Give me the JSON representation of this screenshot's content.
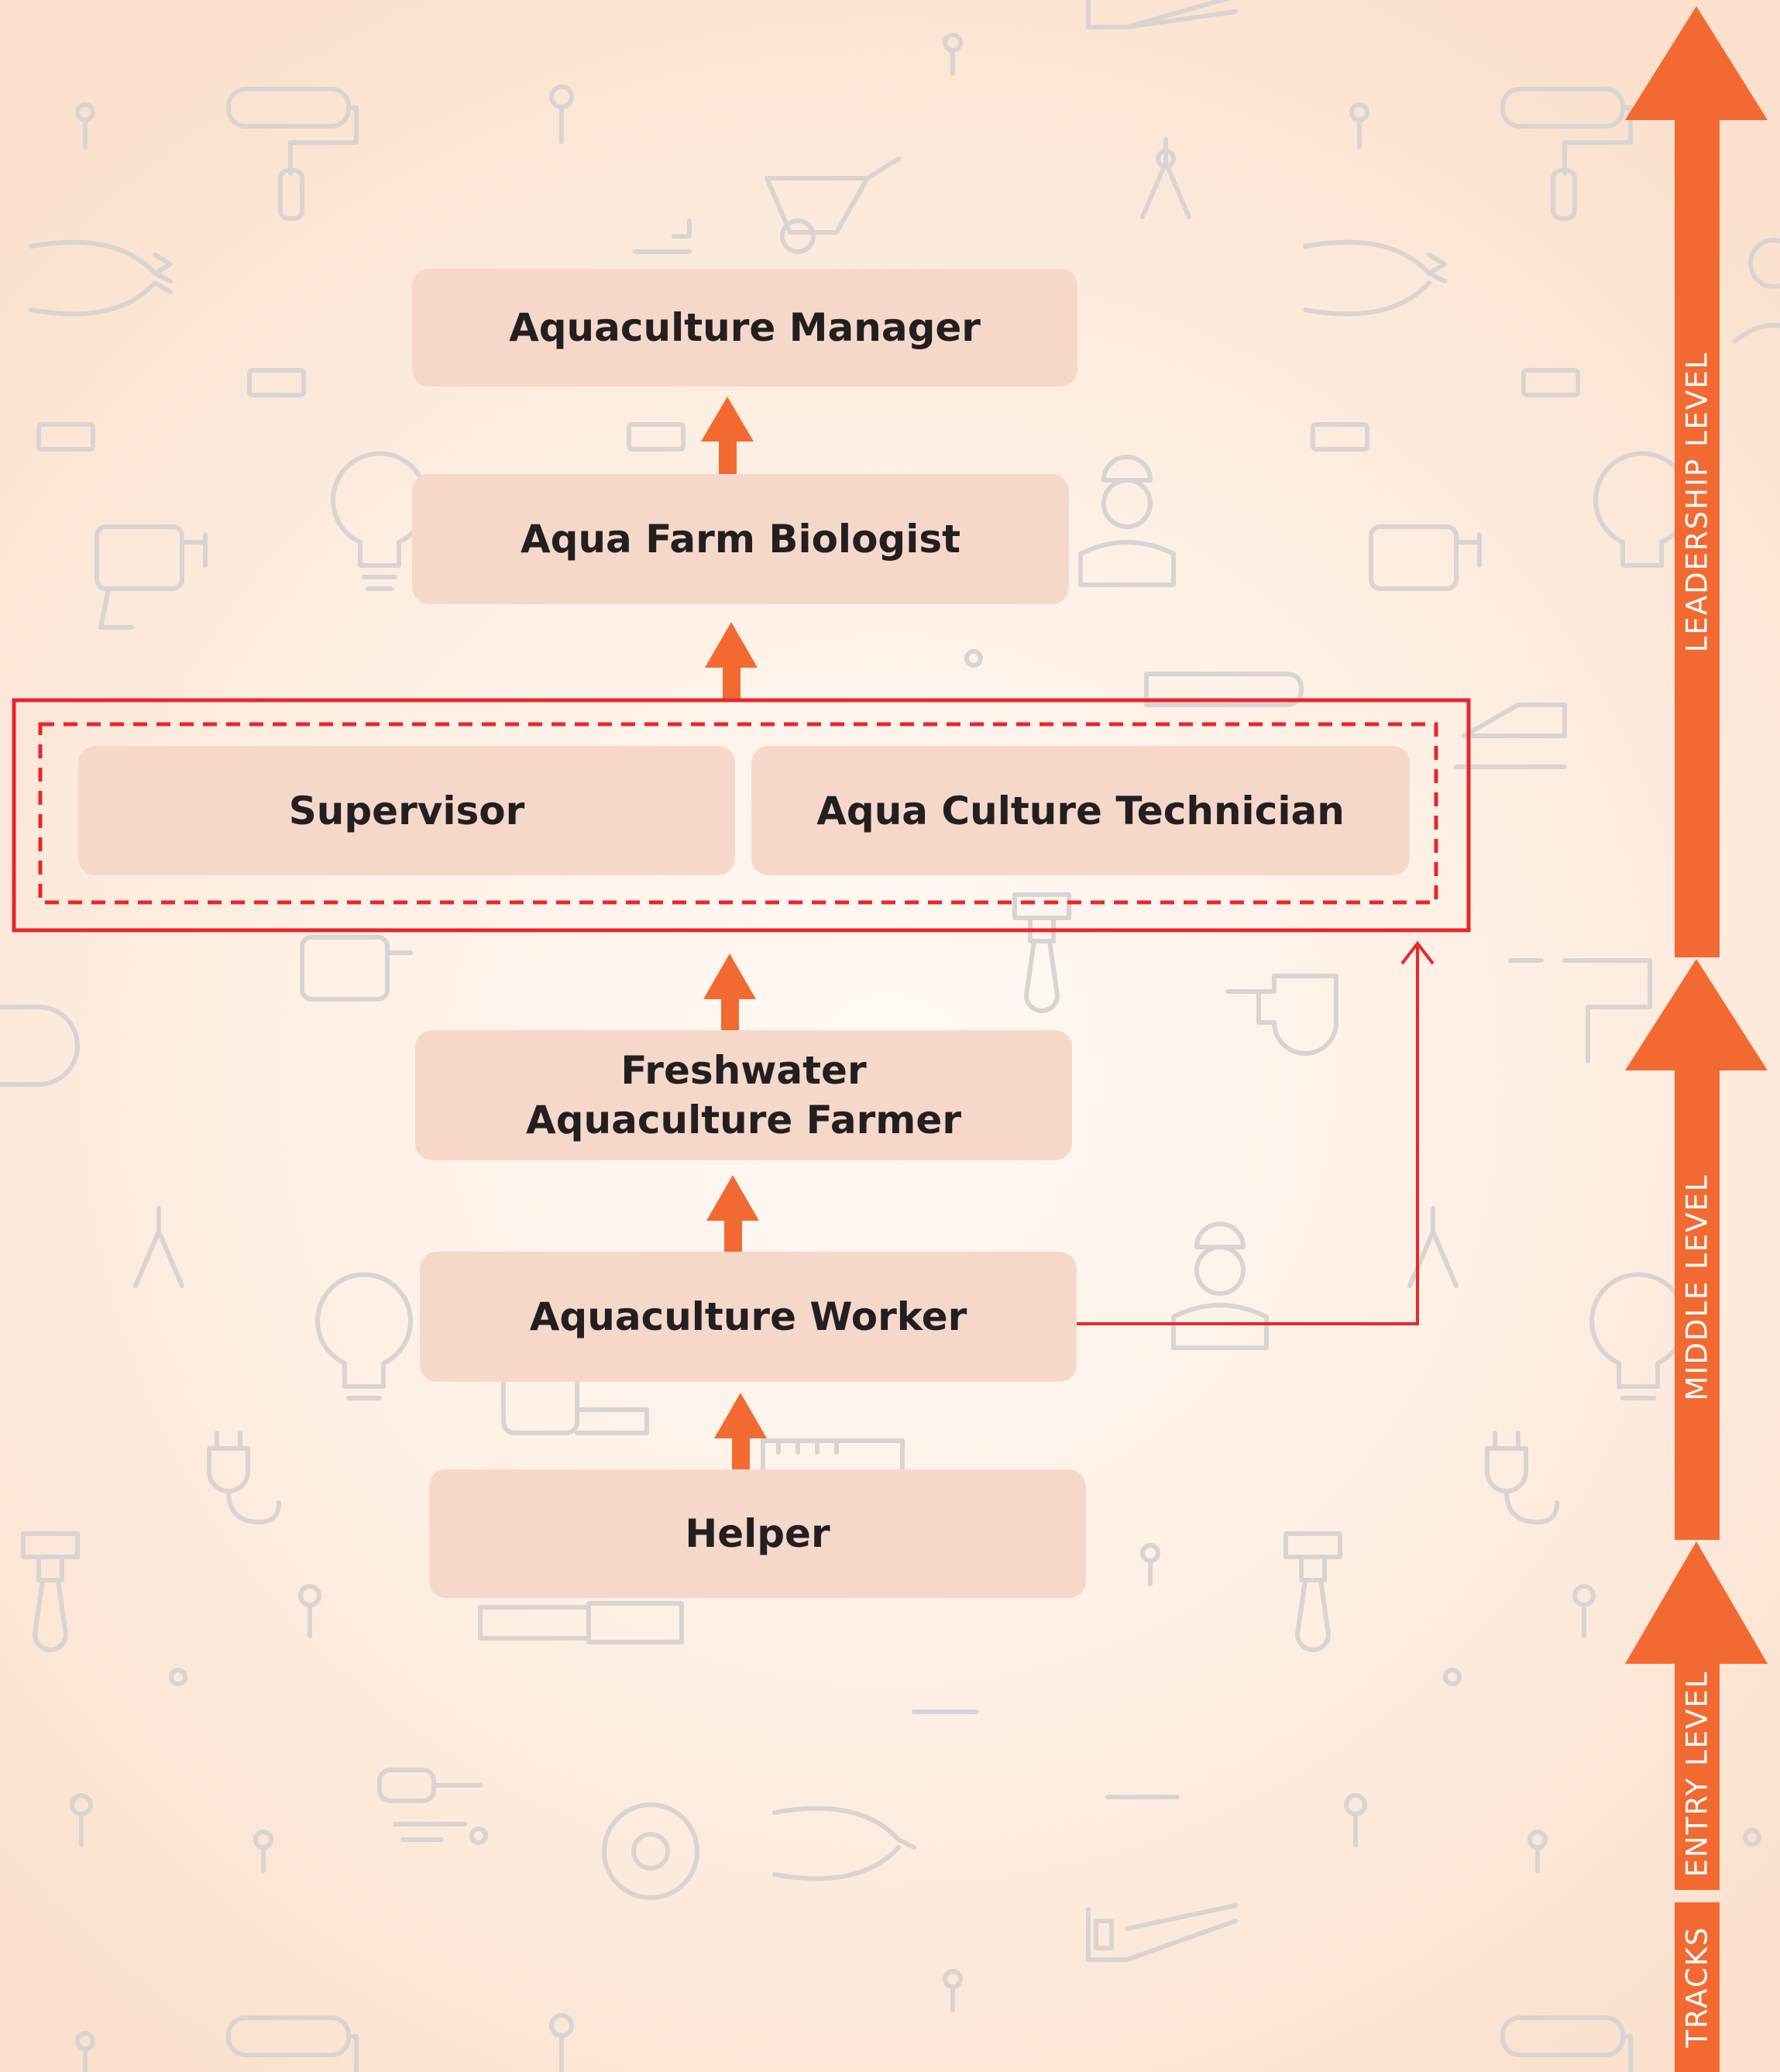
{
  "diagram": {
    "nodes": {
      "aquaculture_manager": "Aquaculture Manager",
      "aqua_farm_biologist": "Aqua Farm Biologist",
      "supervisor": "Supervisor",
      "aqua_culture_technician": "Aqua Culture Technician",
      "freshwater_farmer": "Freshwater Aquaculture Farmer",
      "aquaculture_worker": "Aquaculture Worker",
      "helper": "Helper"
    },
    "edges": [
      {
        "from": "helper",
        "to": "aquaculture_worker"
      },
      {
        "from": "aquaculture_worker",
        "to": "freshwater_farmer"
      },
      {
        "from": "aquaculture_worker",
        "to": "aqua_culture_technician"
      },
      {
        "from": "freshwater_farmer",
        "to": "supervisor"
      },
      {
        "from": "supervisor",
        "to": "aqua_farm_biologist"
      },
      {
        "from": "aqua_farm_biologist",
        "to": "aquaculture_manager"
      }
    ]
  },
  "tracks": {
    "leadership": "LEADERSHIP LEVEL",
    "middle": "MIDDLE LEVEL",
    "entry": "ENTRY LEVEL",
    "title": "TRACKS"
  },
  "colors": {
    "accent": "#f26a32",
    "box": "#f6d8cb",
    "highlight": "#e8262d",
    "text": "#231f20",
    "icon": "#d9d4d1"
  },
  "icons": [
    "paint-roller-icon",
    "pliers-icon",
    "light-bulb-icon",
    "drill-icon",
    "wheelbarrow-icon",
    "compass-icon",
    "worker-helmet-icon",
    "saw-icon",
    "shovel-icon",
    "plug-icon",
    "paint-brush-icon",
    "screwdriver-icon",
    "saw-blade-icon",
    "tape-measure-icon",
    "nail-icon"
  ]
}
